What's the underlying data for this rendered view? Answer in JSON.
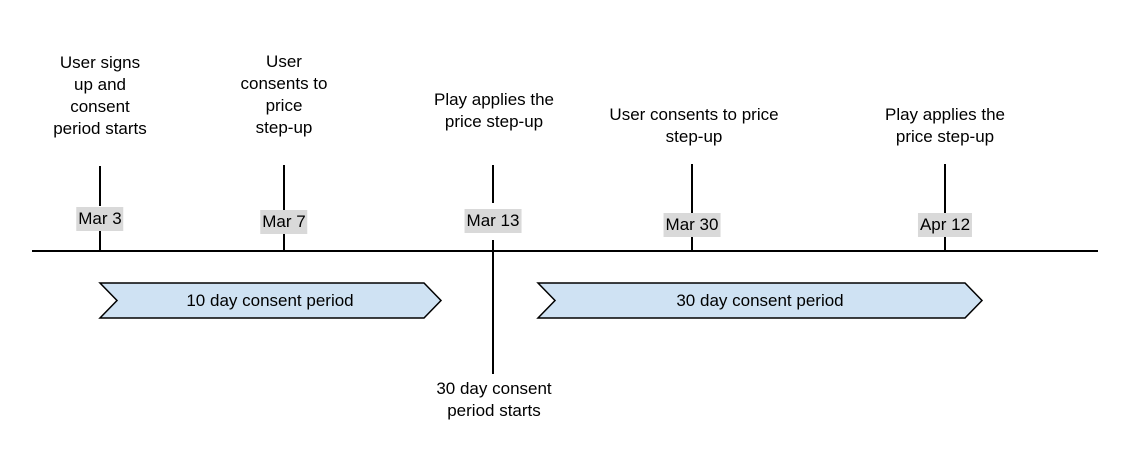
{
  "events": [
    {
      "date": "Mar 3",
      "caption": [
        "User signs",
        "up and",
        "consent",
        "period starts"
      ]
    },
    {
      "date": "Mar 7",
      "caption": [
        "User",
        "consents to",
        "price",
        "step-up"
      ]
    },
    {
      "date": "Mar 13",
      "caption": [
        "Play applies the",
        "price step-up"
      ],
      "below_caption": [
        "30 day consent",
        "period starts"
      ]
    },
    {
      "date": "Mar 30",
      "caption": [
        "User consents to price",
        "step-up"
      ]
    },
    {
      "date": "Apr 12",
      "caption": [
        "Play applies the",
        "price step-up"
      ]
    }
  ],
  "periods": [
    {
      "label": "10 day consent period"
    },
    {
      "label": "30 day consent period"
    }
  ],
  "colors": {
    "period_fill": "#cfe2f3",
    "date_bg": "#d9d9d9",
    "line": "#000000"
  }
}
